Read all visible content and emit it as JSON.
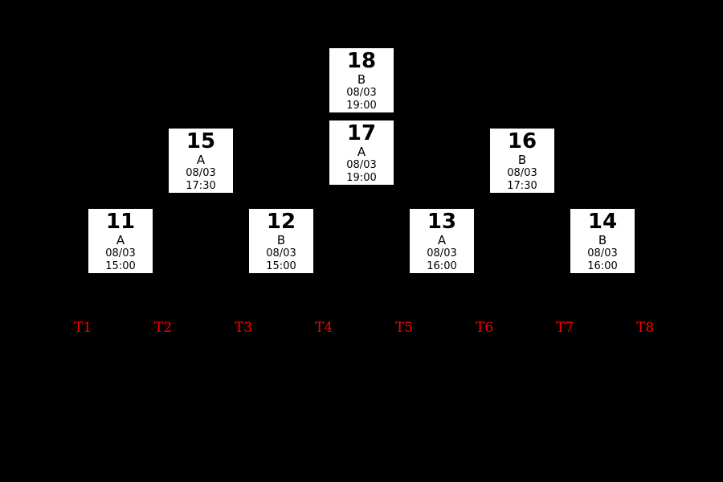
{
  "colors": {
    "background": "#000000",
    "box_bg": "#ffffff",
    "box_text": "#000000",
    "slot_color": "#ff0000"
  },
  "bracket": {
    "matches": [
      {
        "number": "18",
        "group": "B",
        "date": "08/03",
        "time": "19:00"
      },
      {
        "number": "17",
        "group": "A",
        "date": "08/03",
        "time": "19:00"
      },
      {
        "number": "15",
        "group": "A",
        "date": "08/03",
        "time": "17:30"
      },
      {
        "number": "16",
        "group": "B",
        "date": "08/03",
        "time": "17:30"
      },
      {
        "number": "11",
        "group": "A",
        "date": "08/03",
        "time": "15:00"
      },
      {
        "number": "12",
        "group": "B",
        "date": "08/03",
        "time": "15:00"
      },
      {
        "number": "13",
        "group": "A",
        "date": "08/03",
        "time": "16:00"
      },
      {
        "number": "14",
        "group": "B",
        "date": "08/03",
        "time": "16:00"
      }
    ],
    "slots": [
      "T1",
      "T2",
      "T3",
      "T4",
      "T5",
      "T6",
      "T7",
      "T8"
    ]
  }
}
